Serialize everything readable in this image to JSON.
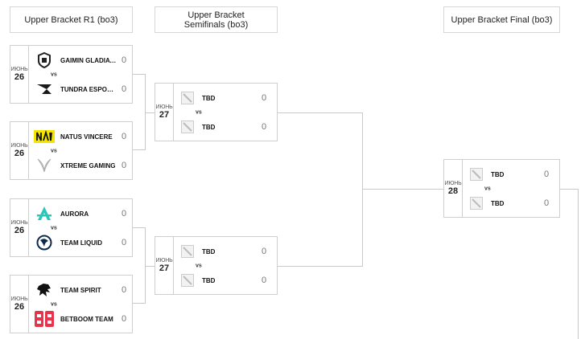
{
  "rounds": [
    {
      "title": "Upper Bracket R1 (bo3)"
    },
    {
      "title": "Upper Bracket Semifinals (bo3)"
    },
    {
      "title": "Upper Bracket Final (bo3)"
    }
  ],
  "vs_label": "vs",
  "matches": [
    {
      "month": "ИЮНЬ",
      "day": "26",
      "teams": [
        {
          "name": "GAIMIN GLADIATORS",
          "score": "0"
        },
        {
          "name": "TUNDRA ESPORTS",
          "score": "0"
        }
      ]
    },
    {
      "month": "ИЮНЬ",
      "day": "26",
      "teams": [
        {
          "name": "NATUS VINCERE",
          "score": "0"
        },
        {
          "name": "XTREME GAMING",
          "score": "0"
        }
      ]
    },
    {
      "month": "ИЮНЬ",
      "day": "26",
      "teams": [
        {
          "name": "AURORA",
          "score": "0"
        },
        {
          "name": "TEAM LIQUID",
          "score": "0"
        }
      ]
    },
    {
      "month": "ИЮНЬ",
      "day": "26",
      "teams": [
        {
          "name": "TEAM SPIRIT",
          "score": "0"
        },
        {
          "name": "BETBOOM TEAM",
          "score": "0"
        }
      ]
    },
    {
      "month": "ИЮНЬ",
      "day": "27",
      "teams": [
        {
          "name": "TBD",
          "score": "0"
        },
        {
          "name": "TBD",
          "score": "0"
        }
      ]
    },
    {
      "month": "ИЮНЬ",
      "day": "27",
      "teams": [
        {
          "name": "TBD",
          "score": "0"
        },
        {
          "name": "TBD",
          "score": "0"
        }
      ]
    },
    {
      "month": "ИЮНЬ",
      "day": "28",
      "teams": [
        {
          "name": "TBD",
          "score": "0"
        },
        {
          "name": "TBD",
          "score": "0"
        }
      ]
    }
  ],
  "colors": {
    "border": "#cfcfcf",
    "connector": "#c9c9c9",
    "navi_yellow": "#f5e300",
    "aurora_teal": "#2bc7b9",
    "betboom_red": "#e8334a"
  }
}
